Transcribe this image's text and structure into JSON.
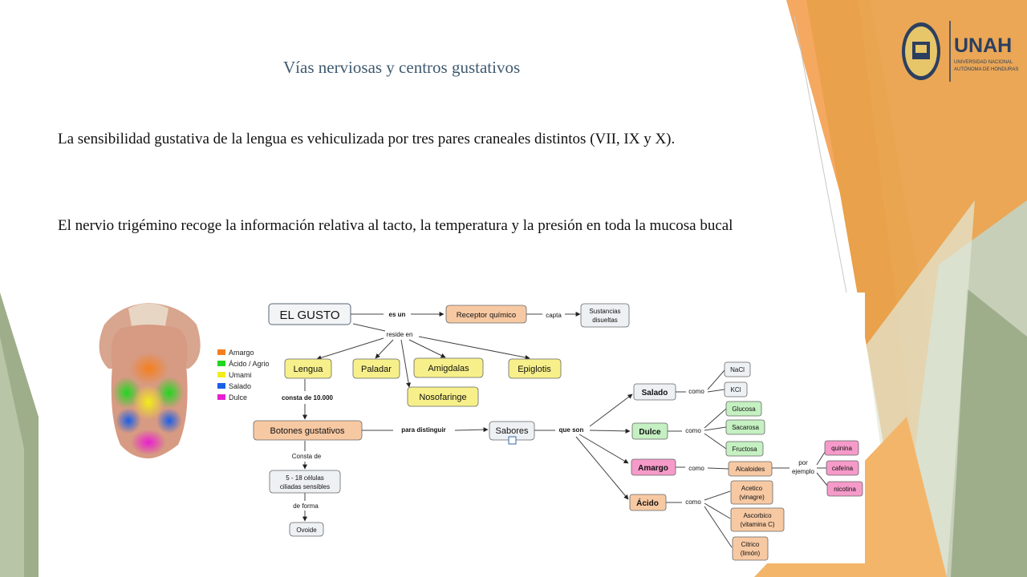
{
  "slide": {
    "title": "Vías nerviosas y centros gustativos",
    "paragraph_1": "La sensibilidad gustativa de la lengua es vehiculizada por tres pares craneales distintos (VII, IX y X).",
    "paragraph_2": "El nervio trigémino recoge la información relativa al tacto, la temperatura y la presión en toda la mucosa bucal"
  },
  "logo": {
    "name": "UNAH",
    "line_1": "UNIVERSIDAD NACIONAL",
    "line_2": "AUTÓNOMA DE HONDURAS",
    "seal_name": "university-seal"
  },
  "colors": {
    "title": "#3f5a6f",
    "amargo": "#f57f1f",
    "acido": "#21d621",
    "umami": "#f2ec1b",
    "salado": "#1a5fe6",
    "dulce": "#e81fd0",
    "accent_orange": "#e9a24f",
    "accent_green": "#9eae8b"
  },
  "tongue_legend": [
    {
      "label": "Amargo",
      "color": "#f57f1f"
    },
    {
      "label": "Ácido / Agrio",
      "color": "#21d621"
    },
    {
      "label": "Umami",
      "color": "#f2ec1b"
    },
    {
      "label": "Salado",
      "color": "#1a5fe6"
    },
    {
      "label": "Dulce",
      "color": "#e81fd0"
    }
  ],
  "concept_map": {
    "el_gusto": "EL GUSTO",
    "es_un": "es un",
    "receptor": "Receptor químico",
    "capta": "capta",
    "sustancias_1": "Sustancias",
    "sustancias_2": "disueltas",
    "reside_en": "reside en",
    "lengua": "Lengua",
    "paladar": "Paladar",
    "amigdalas": "Amigdalas",
    "epiglotis": "Epiglotis",
    "nosofaringe": "Nosofaringe",
    "consta_10000": "consta de 10.000",
    "botones": "Botones gustativos",
    "para_distinguir": "para distinguir",
    "sabores": "Sabores",
    "que_son": "que son",
    "consta_de": "Consta de",
    "celulas_1": "5 - 18 células",
    "celulas_2": "ciliadas sensibles",
    "de_forma": "de forma",
    "ovoide": "Ovoide",
    "salado": "Salado",
    "dulce": "Dulce",
    "amargo": "Amargo",
    "acido": "Ácido",
    "como": "como",
    "nacl": "NaCl",
    "kcl": "KCl",
    "glucosa": "Glucosa",
    "sacarosa": "Sacarosa",
    "fructosa": "Fructosa",
    "alcaloides": "Alcaloides",
    "por": "por",
    "ejemplo": "ejemplo",
    "quinina": "quinina",
    "cafeina": "cafeína",
    "nicotina": "nicotina",
    "acetico_1": "Acetico",
    "acetico_2": "(vinagre)",
    "ascorbico_1": "Ascorbico",
    "ascorbico_2": "(vitamina C)",
    "citrico_1": "Citrico",
    "citrico_2": "(limón)"
  }
}
